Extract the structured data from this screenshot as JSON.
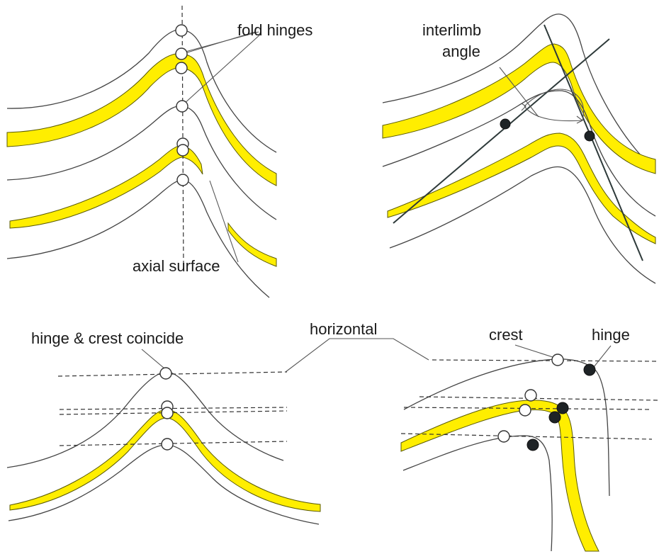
{
  "colors": {
    "bed": "#ffee00",
    "line": "#444444",
    "marker_solid": "#1e2326"
  },
  "labels": {
    "fold_hinges": "fold hinges",
    "axial_surface": "axial surface",
    "interlimb_line1": "interlimb",
    "interlimb_line2": "angle",
    "hinge_crest": "hinge & crest coincide",
    "horizontal": "horizontal",
    "crest": "crest",
    "hinge": "hinge"
  }
}
